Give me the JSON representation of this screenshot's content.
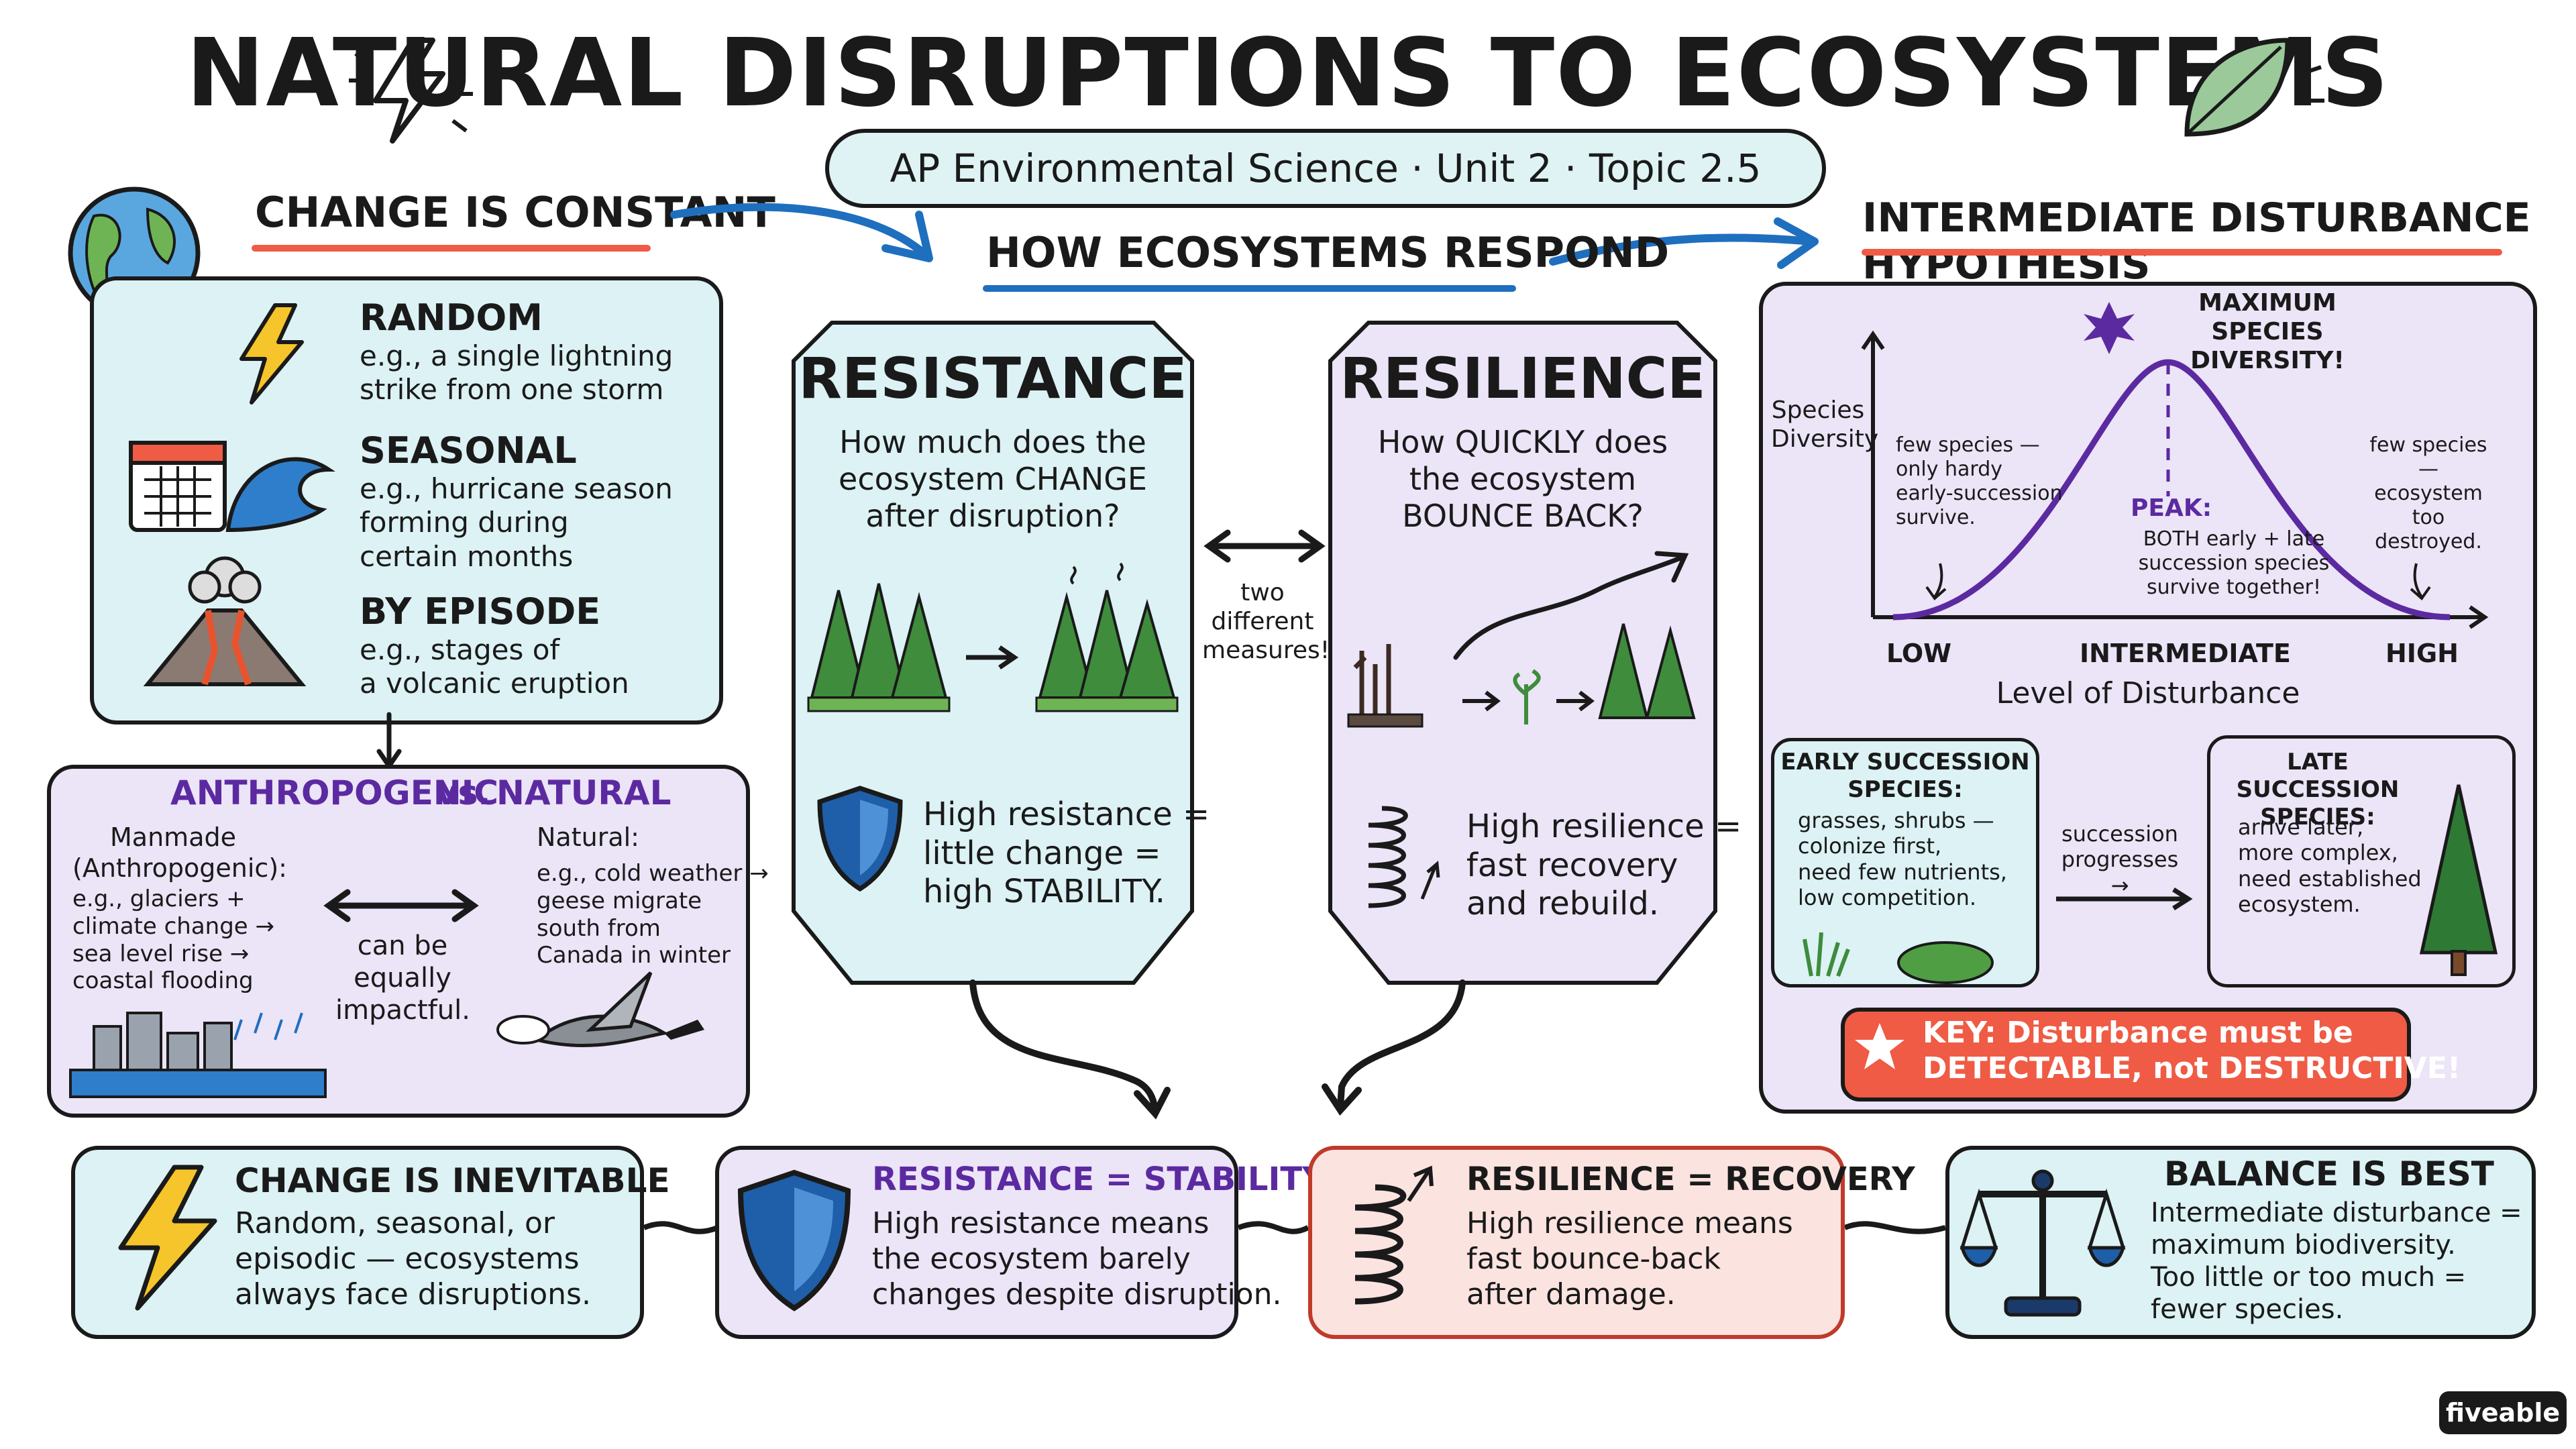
{
  "header": {
    "title": "NATURAL DISRUPTIONS TO ECOSYSTEMS",
    "subtitle": "AP Environmental Science · Unit 2 · Topic 2.5"
  },
  "change": {
    "heading": "CHANGE IS CONSTANT",
    "items": [
      {
        "title": "RANDOM",
        "text": "e.g., a single lightning\nstrike from one storm",
        "icon": "lightning-icon"
      },
      {
        "title": "SEASONAL",
        "text": "e.g., hurricane season\nforming during\ncertain months",
        "icon": "calendar-wave-icon"
      },
      {
        "title": "BY EPISODE",
        "text": "e.g., stages of\na volcanic eruption",
        "icon": "volcano-icon"
      }
    ]
  },
  "anthro": {
    "heading_a": "ANTHROPOGENIC",
    "heading_vs": "vs.",
    "heading_b": "NATURAL",
    "manmade": "Manmade\n(Anthropogenic):",
    "manmade_example": "e.g., glaciers +\nclimate change →\nsea level rise →\ncoastal flooding",
    "middle": "can be\nequally\nimpactful.",
    "natural": "Natural:",
    "natural_example": "e.g., cold weather →\ngeese migrate\nsouth from\nCanada in winter"
  },
  "respond": {
    "heading": "HOW ECOSYSTEMS RESPOND",
    "between": "two\ndifferent\nmeasures!",
    "resistance": {
      "title": "RESISTANCE",
      "question": "How much does the\necosystem CHANGE\nafter disruption?",
      "summary": "High resistance =\nlittle change =\nhigh STABILITY."
    },
    "resilience": {
      "title": "RESILIENCE",
      "question": "How QUICKLY does\nthe ecosystem\nBOUNCE BACK?",
      "summary": "High resilience =\nfast recovery\nand rebuild."
    }
  },
  "idh": {
    "heading": "INTERMEDIATE DISTURBANCE HYPOTHESIS",
    "ylabel": "Species\nDiversity",
    "xlabel": "Level of Disturbance",
    "ticks": [
      "LOW",
      "INTERMEDIATE",
      "HIGH"
    ],
    "max_label": "MAXIMUM\nSPECIES DIVERSITY!",
    "left_note": "few species —\nonly hardy\nearly-succession\nsurvive.",
    "peak_title": "PEAK:",
    "peak_note": "BOTH early + late\nsuccession species\nsurvive together!",
    "right_note": "few species —\necosystem\ntoo\ndestroyed.",
    "early_title": "EARLY SUCCESSION\nSPECIES:",
    "early_text": "grasses, shrubs —\ncolonize first,\nneed few nutrients,\nlow competition.",
    "progress": "succession\nprogresses →",
    "late_title": "LATE SUCCESSION\nSPECIES:",
    "late_text": "arrive later,\nmore complex,\nneed established\necosystem.",
    "key": "KEY: Disturbance must be\nDETECTABLE, not DESTRUCTIVE!"
  },
  "summary": [
    {
      "title": "CHANGE IS INEVITABLE",
      "text": "Random, seasonal, or\nepisodic — ecosystems\nalways face disruptions.",
      "icon": "lightning-icon"
    },
    {
      "title": "RESISTANCE = STABILITY",
      "text": "High resistance means\nthe ecosystem barely\nchanges despite disruption.",
      "icon": "shield-icon"
    },
    {
      "title": "RESILIENCE = RECOVERY",
      "text": "High resilience means\nfast bounce-back\nafter damage.",
      "icon": "spring-icon"
    },
    {
      "title": "BALANCE IS BEST",
      "text": "Intermediate disturbance =\nmaximum biodiversity.\nToo little or too much =\nfewer species.",
      "icon": "scale-icon"
    }
  ],
  "logo": "fiveable",
  "colors": {
    "teal": "#dcf2f4",
    "lavender": "#ece4f7",
    "pink": "#fbe3e0",
    "red": "#ef5b45",
    "blue": "#1f6fbf",
    "purple": "#5b2aa0"
  }
}
